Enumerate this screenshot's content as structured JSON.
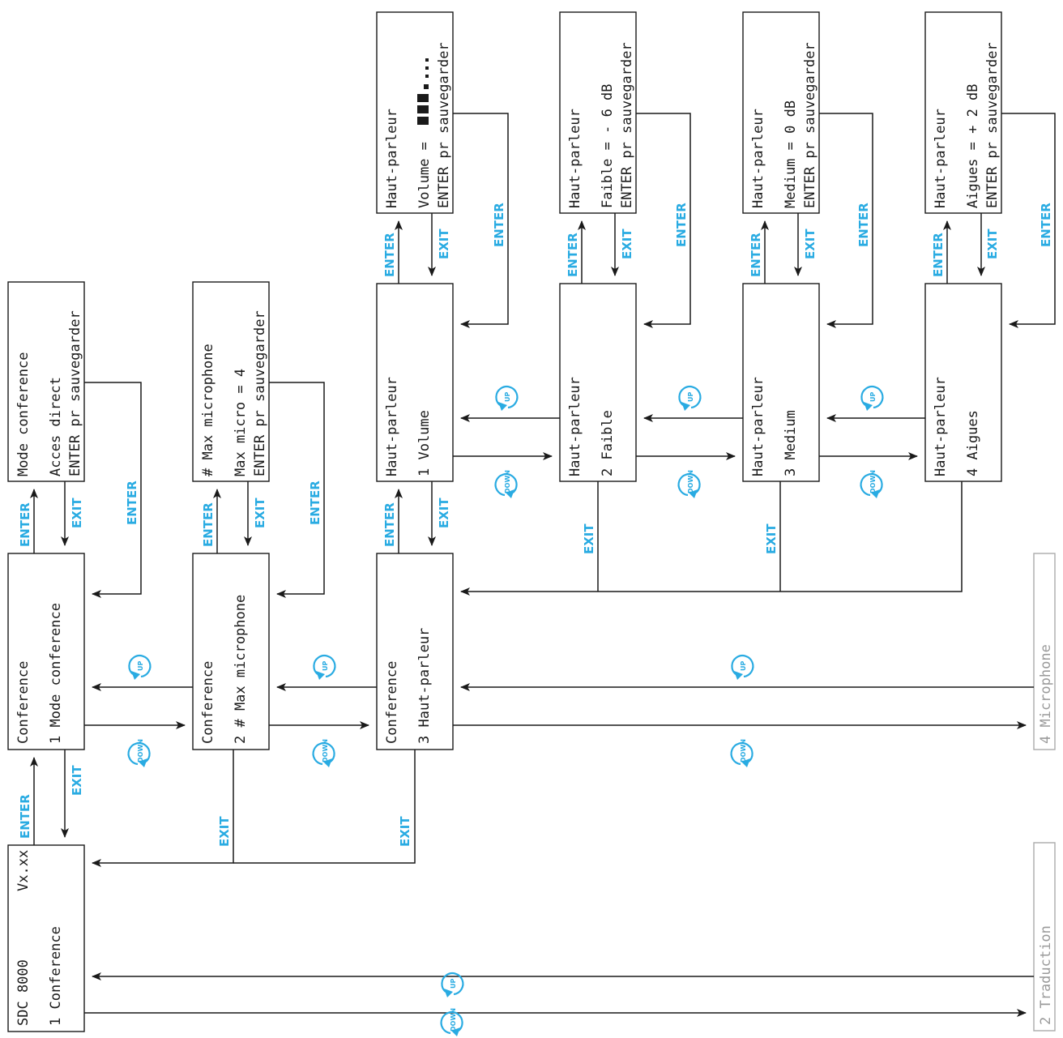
{
  "colors": {
    "accent": "#29abe2",
    "line": "#1a1a1a",
    "ghost": "#9a9a9a"
  },
  "keys": {
    "enter": "ENTER",
    "exit": "EXIT",
    "up": "UP",
    "down": "DOWN"
  },
  "icons": {
    "up": "up-cycle-icon",
    "down": "down-cycle-icon"
  },
  "screens": {
    "main": {
      "line1": "SDC 8000",
      "version": "Vx.xx",
      "line2": "1 Conference"
    },
    "traduction": {
      "line1": "2 Traduction"
    },
    "conf_mode": {
      "line1": "Conference",
      "line2": "1 Mode conference"
    },
    "conf_mode_edit": {
      "line1": "Mode conference",
      "line2": "Acces direct",
      "line3": "ENTER pr sauvegarder"
    },
    "conf_maxmic": {
      "line1": "Conference",
      "line2": "2 # Max microphone"
    },
    "conf_maxmic_edit": {
      "line1": "# Max microphone",
      "line2": "Max micro = 4",
      "line3": "ENTER pr sauvegarder"
    },
    "conf_hp": {
      "line1": "Conference",
      "line2": "3 Haut-parleur"
    },
    "microphone": {
      "line1": "4 Microphone"
    },
    "hp_volume": {
      "line1": "Haut-parleur",
      "line2": "1 Volume"
    },
    "hp_volume_edit": {
      "line1": "Haut-parleur",
      "line2": "Volume =",
      "line3": "ENTER pr sauvegarder"
    },
    "hp_faible": {
      "line1": "Haut-parleur",
      "line2": "2 Faible"
    },
    "hp_faible_edit": {
      "line1": "Haut-parleur",
      "line2": "Faible = - 6 dB",
      "line3": "ENTER pr sauvegarder"
    },
    "hp_medium": {
      "line1": "Haut-parleur",
      "line2": "3 Medium"
    },
    "hp_medium_edit": {
      "line1": "Haut-parleur",
      "line2": "Medium = 0 dB",
      "line3": "ENTER pr sauvegarder"
    },
    "hp_aigues": {
      "line1": "Haut-parleur",
      "line2": "4 Aigues"
    },
    "hp_aigues_edit": {
      "line1": "Haut-parleur",
      "line2": "Aigues = + 2 dB",
      "line3": "ENTER pr sauvegarder"
    }
  }
}
